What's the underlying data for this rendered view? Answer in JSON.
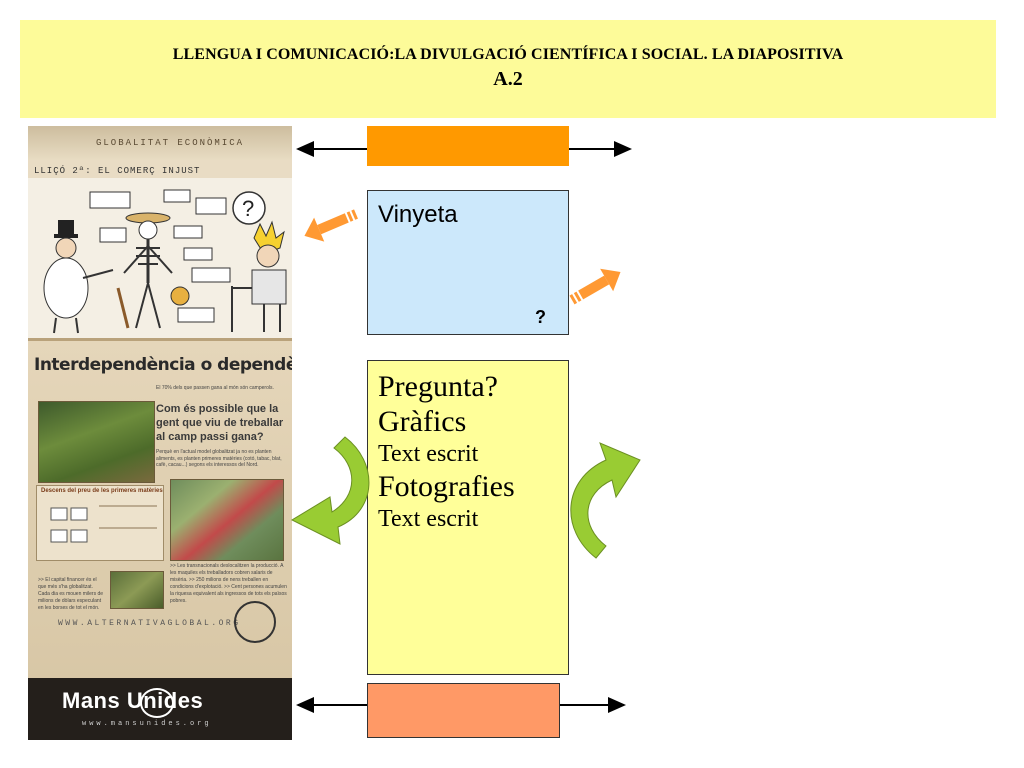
{
  "title": {
    "line1": "LLENGUA I COMUNICACIÓ:LA DIVULGACIÓ  CIENTÍFICA I SOCIAL. LA DIAPOSITIVA",
    "line2": "A.2"
  },
  "poster": {
    "header": "GLOBALITAT ECONÒMICA",
    "lesson": "LLIÇÓ 2ª: EL COMERÇ INJUST",
    "heading": "Interdependència o dependència?",
    "subtitle": "El 70% dels que passen gana al món són camperols.",
    "question": "Com és possible que la gent que viu de treballar al camp passi gana?",
    "body": "Perquè en l'actual model globalitzat ja no es planten aliments, es planten primeres matèries (cotó, tabac, blat, cafè, cacau...) segons els interessos del Nord.",
    "chart_title": "Descens del preu de les primeres matèries",
    "bullets": ">> Les transnacionals deslocalitzen la producció. A les maquiles els treballadors cobren salaris de misèria. >> 250 milions de nens treballen en condicions d'explotació. >> Cent persones acumulen la riquesa equivalent als ingressos de tots els països pobres.",
    "left_text": ">> El capital financer és el que més s'ha globalitzat. Cada dia es mouen milers de milions de dòlars especulant en les borses de tot el món.",
    "url": "WWW.ALTERNATIVAGLOBAL.ORG",
    "footer_brand": "Mans    Unides",
    "footer_url": "www.mansunides.org"
  },
  "vinyeta": {
    "label": "Vinyeta",
    "mark": "?"
  },
  "main_box": {
    "line1": "Pregunta?",
    "line2": "Gràfics",
    "line3": "Text escrit",
    "line4": "Fotografies",
    "line5": "Text escrit"
  },
  "colors": {
    "banner": "#fdfb99",
    "orange_top": "#ff9900",
    "orange_bottom": "#ff9966",
    "vinyeta_bg": "#cce8fb",
    "main_bg": "#ffff99",
    "green_arrow": "#99cc33",
    "orange_arrow": "#ff9933"
  },
  "icons": [
    "double-arrow-icon",
    "striped-block-arrow-icon",
    "curved-green-arrow-icon",
    "globe-icon",
    "question-bubble-icon"
  ]
}
